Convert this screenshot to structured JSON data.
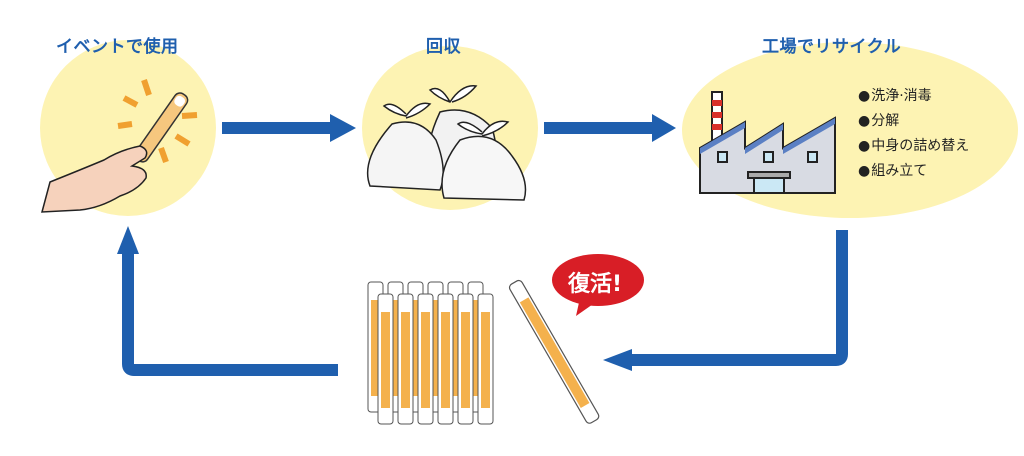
{
  "colors": {
    "arrow": "#1f5fae",
    "circle": "#fdf3b3",
    "title": "#1f5fae",
    "glow": "#f0a030",
    "bubble": "#d81e26"
  },
  "steps": [
    {
      "title": "イベントで使用",
      "icon": "hand-holding-glowstick-icon"
    },
    {
      "title": "回収",
      "icon": "garbage-bags-icon"
    },
    {
      "title": "工場でリサイクル",
      "icon": "factory-icon",
      "items": [
        "洗浄·消毒",
        "分解",
        "中身の詰め替え",
        "組み立て"
      ]
    }
  ],
  "revival": {
    "bubble_text": "復活!",
    "icon": "glowsticks-bundle-icon"
  }
}
